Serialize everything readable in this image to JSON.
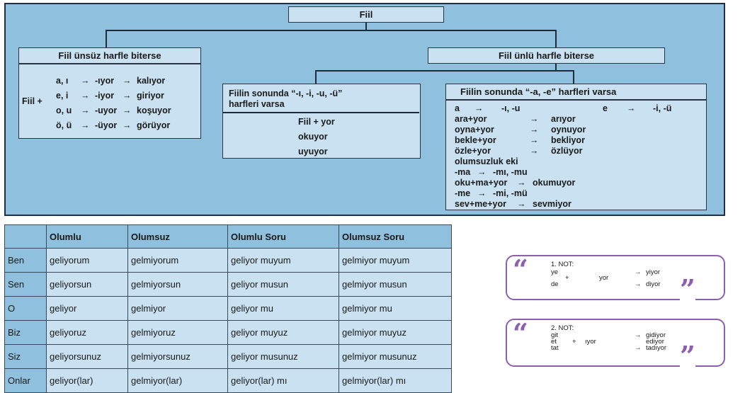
{
  "tree": {
    "root": "Fiil",
    "left": {
      "title": "Fiil ünsüz harfle biterse",
      "prefix": "Fiil +",
      "rows": [
        {
          "v": "a, ı",
          "s": "-ıyor",
          "e": "kalıyor"
        },
        {
          "v": "e, i",
          "s": "-iyor",
          "e": "giriyor"
        },
        {
          "v": "o, u",
          "s": "-uyor",
          "e": "koşuyor"
        },
        {
          "v": "ö, ü",
          "s": "-üyor",
          "e": "görüyor"
        }
      ]
    },
    "right": {
      "title": "Fiil ünlü harfle biterse",
      "sub1": {
        "title1": "Fiilin sonunda “-ı, -i, -u, -ü”",
        "title2": "harfleri varsa",
        "lines": [
          "Fiil + yor",
          "okuyor",
          "uyuyor"
        ]
      },
      "sub2": {
        "title": "Fiilin sonunda “-a, -e” harfleri varsa",
        "r1a": "a",
        "r1b": "-ı, -u",
        "r1c": "e",
        "r1d": "-i, -ü",
        "pairs": [
          {
            "a": "ara+yor",
            "b": "arıyor"
          },
          {
            "a": "oyna+yor",
            "b": "oynuyor"
          },
          {
            "a": "bekle+yor",
            "b": "bekliyor"
          },
          {
            "a": "özle+yor",
            "b": "özlüyor"
          }
        ],
        "neg_title": "olumsuzluk eki",
        "neg": [
          {
            "a": "-ma",
            "b": "-mı, -mu"
          },
          {
            "a": "oku+ma+yor",
            "b": "okumuyor"
          },
          {
            "a": "-me",
            "b": "-mi, -mü"
          },
          {
            "a": "sev+me+yor",
            "b": "sevmiyor"
          }
        ]
      }
    }
  },
  "table": {
    "headers": [
      "",
      "Olumlu",
      "Olumsuz",
      "Olumlu Soru",
      "Olumsuz Soru"
    ],
    "rows": [
      [
        "Ben",
        "geliyorum",
        "gelmiyorum",
        "geliyor muyum",
        "gelmiyor muyum"
      ],
      [
        "Sen",
        "geliyorsun",
        "gelmiyorsun",
        "geliyor musun",
        "gelmiyor musun"
      ],
      [
        "O",
        "geliyor",
        "gelmiyor",
        "geliyor mu",
        "gelmiyor mu"
      ],
      [
        "Biz",
        "geliyoruz",
        "gelmiyoruz",
        "geliyor muyuz",
        "gelmiyor muyuz"
      ],
      [
        "Siz",
        "geliyorsunuz",
        "gelmiyorsunuz",
        "geliyor musunuz",
        "gelmiyor musunuz"
      ],
      [
        "Onlar",
        "geliyor(lar)",
        "gelmiyor(lar)",
        "geliyor(lar) mı",
        "gelmiyor(lar) mı"
      ]
    ]
  },
  "notes": [
    {
      "title": "1. NOT:",
      "l1": "ye",
      "l2": "de",
      "plus": "+",
      "suffix": "yor",
      "r1": "yiyor",
      "r2": "diyor"
    },
    {
      "title": "2. NOT:",
      "l1": "git",
      "l2": "et",
      "l3": "tat",
      "plus": "+",
      "suffix": "ıyor",
      "r1": "gidiyor",
      "r2": "ediyor",
      "r3": "tadıyor"
    }
  ],
  "colors": {
    "bg": "#8fc0dd",
    "box": "#c9e1f0",
    "accent": "#8e5fb0"
  }
}
